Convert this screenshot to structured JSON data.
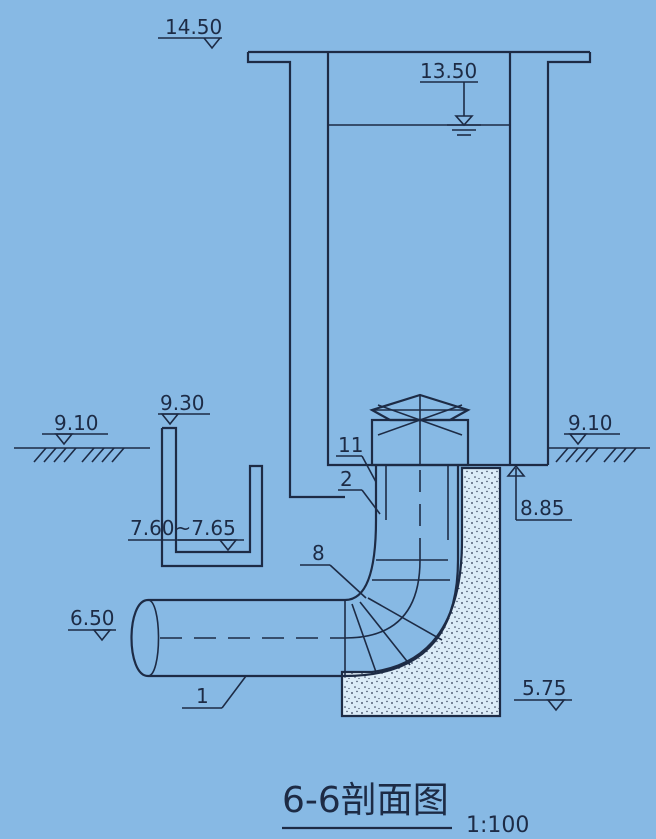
{
  "drawing": {
    "elevations": {
      "top_wall": "14.50",
      "water_level": "13.50",
      "ground_left": "9.10",
      "inlet_chamber_top": "9.30",
      "ground_right": "9.10",
      "channel_bottom": "7.60~7.65",
      "floor": "8.85",
      "pipe_centerline": "6.50",
      "foundation_bottom": "5.75"
    },
    "callouts": {
      "c11": "11",
      "c2": "2",
      "c8": "8",
      "c1": "1"
    },
    "title": "6-6剖面图",
    "scale": "1:100"
  },
  "colors": {
    "background": "#87b9e4",
    "ink": "#1d2b45",
    "concrete": "#dcecf8"
  }
}
